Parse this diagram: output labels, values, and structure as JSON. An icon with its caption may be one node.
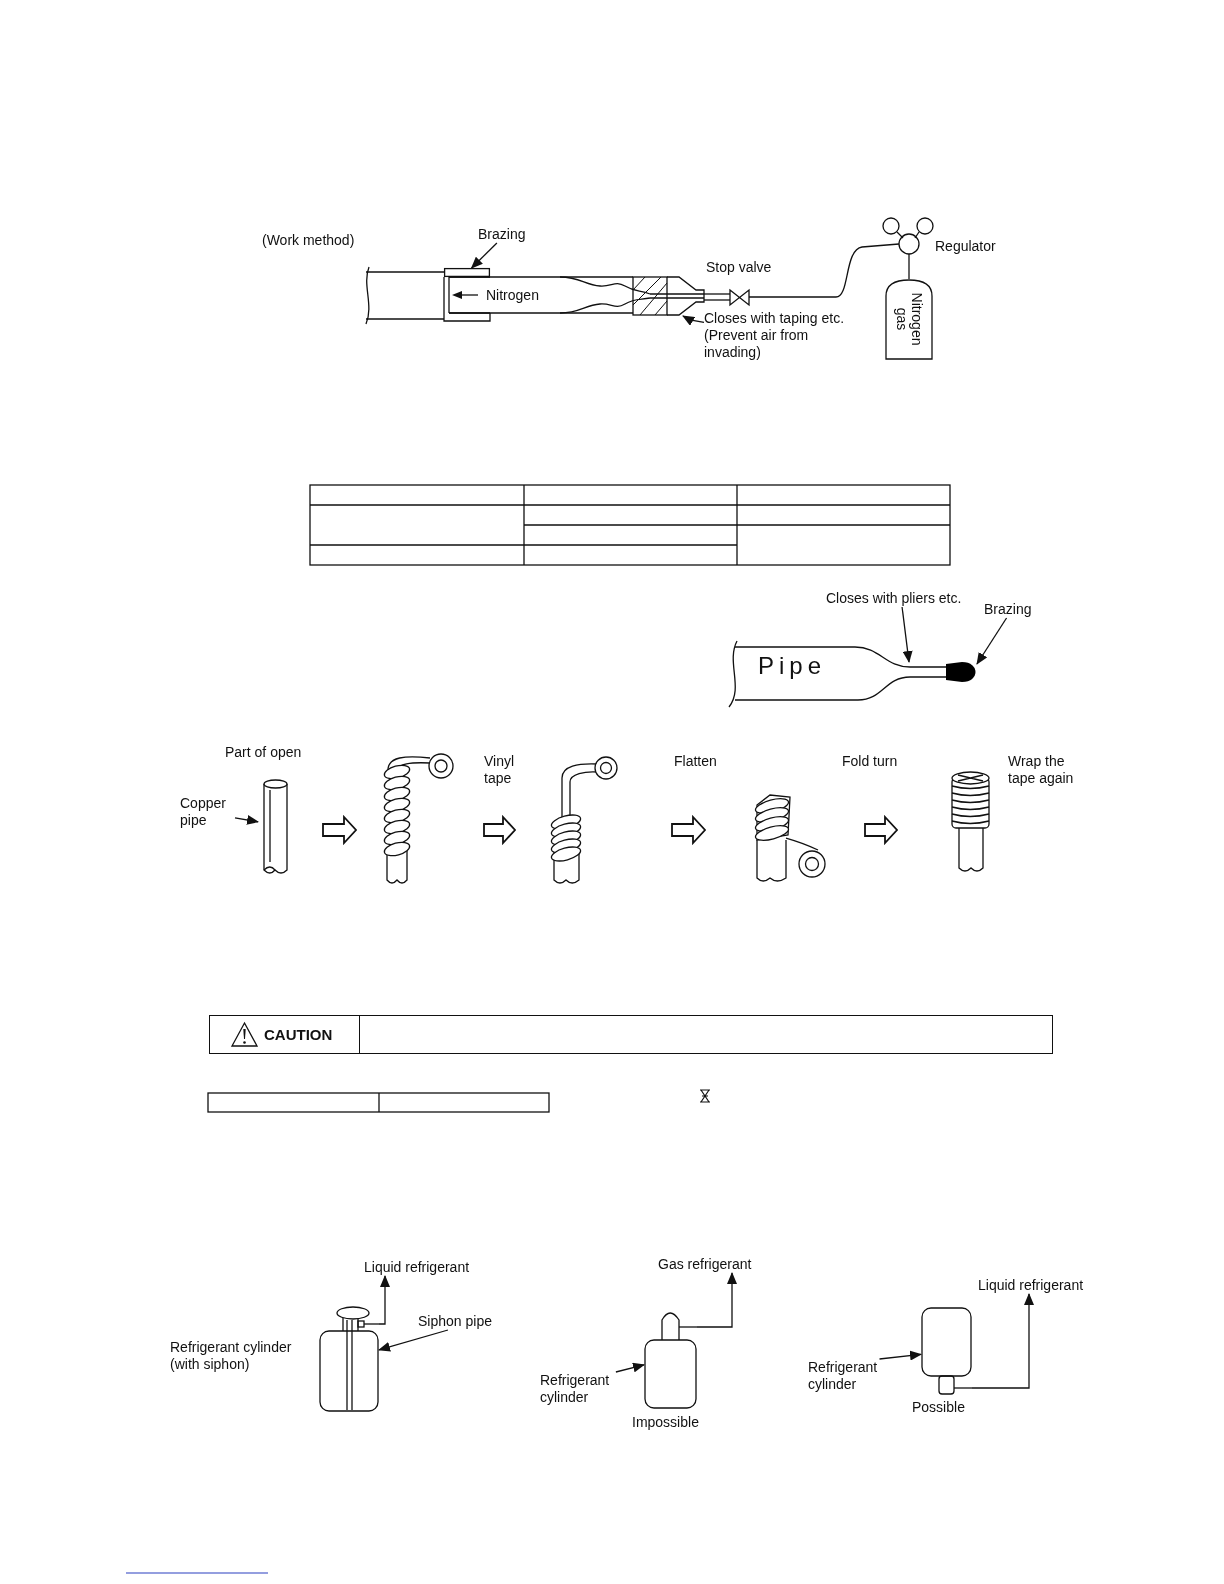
{
  "diagram": {
    "nodes": [
      {
        "text": [
          "Brazing"
        ]
      },
      {
        "text": [
          "Closes with taping etc. (Prevent air from invading)"
        ]
      },
      {
        "text": [
          "Nitrogen gas"
        ]
      },
      {
        "text": [
          "Closes with pliers etc."
        ]
      },
      {
        "text": [
          "Brazing"
        ]
      },
      {
        "text": [
          "Copper pipe"
        ]
      },
      {
        "text": [],
        "shape": "picture",
        "beside": [
          "Part of open"
        ]
      },
      {
        "text": [],
        "shape": "picture"
      },
      {
        "text": [],
        "shape": "picture"
      },
      {
        "text": [],
        "shape": "picture"
      },
      {
        "text": [],
        "shape": "picture",
        "beside": [
          "Wrap the tape again"
        ]
      },
      {
        "text": [
          "CAUTION"
        ]
      },
      {
        "text": [],
        "shape": "cylinder",
        "beside": [
          "Refrigerant cylinder (with siphon)"
        ]
      },
      {
        "text": [
          "Siphon pipe"
        ]
      },
      {
        "text": [
          "Refrigerant cylinder"
        ]
      },
      {
        "text": [],
        "shape": "cylinder",
        "beside": [
          "Impossible"
        ]
      },
      {
        "text": [
          "Refrigerant cylinder"
        ]
      },
      {
        "text": [],
        "shape": "cylinder",
        "beside": [
          "Possible"
        ]
      },
      {
        "text": [
          "Liquid refrigerant"
        ]
      },
      {
        "text": [
          "Gas refrigerant"
        ]
      },
      {
        "text": [
          "Liquid refrigerant"
        ]
      },
      {
        "text": [],
        "shape": "box"
      }
    ],
    "edges": [
      {
        "from": 0,
        "to": 21,
        "arrow": "to"
      },
      {
        "from": 1,
        "to": null,
        "arrow": "to"
      },
      {
        "from": 3,
        "to": null,
        "arrow": "to"
      },
      {
        "from": 4,
        "to": null,
        "arrow": "to"
      },
      {
        "from": 5,
        "to": 6,
        "arrow": "to"
      },
      {
        "from": 6,
        "to": 7,
        "arrow": "to"
      },
      {
        "from": 7,
        "to": 8,
        "arrow": "to"
      },
      {
        "from": 8,
        "to": 9,
        "arrow": "to"
      },
      {
        "from": 9,
        "to": 10,
        "arrow": "to"
      },
      {
        "from": 13,
        "to": 12,
        "arrow": "to"
      },
      {
        "from": 12,
        "to": 18,
        "arrow": "to"
      },
      {
        "from": 14,
        "to": 15,
        "arrow": "to"
      },
      {
        "from": 15,
        "to": 19,
        "arrow": "to"
      },
      {
        "from": 16,
        "to": 17,
        "arrow": "to"
      },
      {
        "from": 17,
        "to": 20,
        "arrow": "to"
      }
    ],
    "labels": [
      "(Work method)",
      "Nitrogen",
      "Stop valve",
      "Regulator",
      "Pipe",
      "Vinyl tape",
      "Flatten",
      "Fold turn"
    ]
  }
}
